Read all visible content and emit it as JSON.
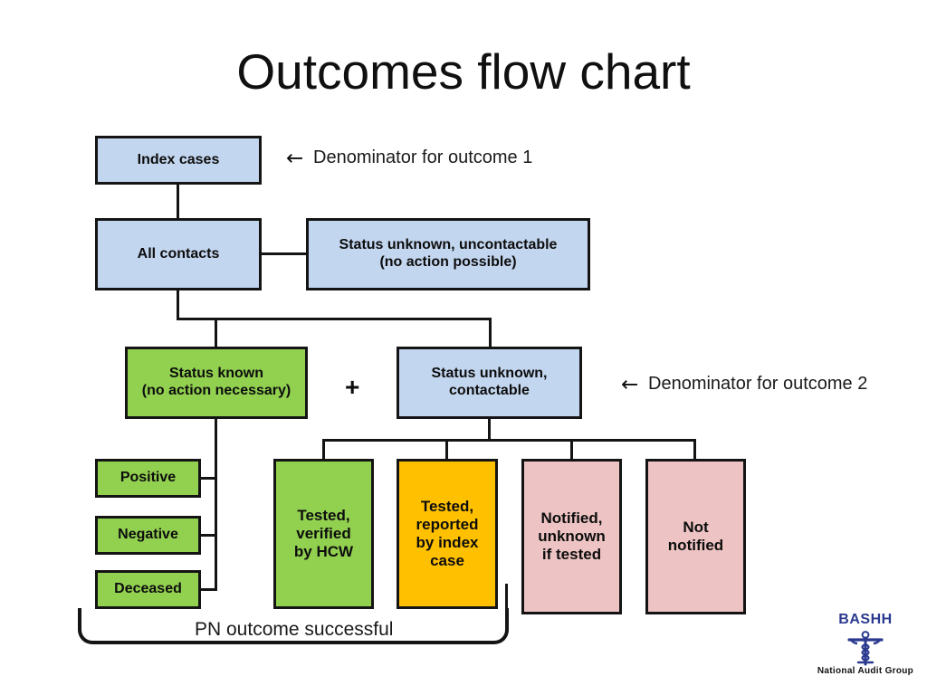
{
  "slide": {
    "title": "Outcomes flow chart",
    "background": "#ffffff"
  },
  "colors": {
    "blue": "#c3d6ef",
    "green": "#92d050",
    "orange": "#ffc000",
    "pink": "#edc3c3",
    "outline": "#141414",
    "logo_blue": "#2b3a8f"
  },
  "nodes": {
    "index_cases": "Index cases",
    "all_contacts": "All contacts",
    "status_unknown_uncontactable_line1": "Status unknown, uncontactable",
    "status_unknown_uncontactable_line2": "(no action possible)",
    "status_known_line1": "Status known",
    "status_known_line2": "(no action necessary)",
    "status_unknown_contactable_line1": "Status unknown,",
    "status_unknown_contactable_line2": "contactable",
    "positive": "Positive",
    "negative": "Negative",
    "deceased": "Deceased",
    "tested_verified_hcw_line1": "Tested,",
    "tested_verified_hcw_line2": "verified",
    "tested_verified_hcw_line3": "by HCW",
    "tested_reported_index_line1": "Tested,",
    "tested_reported_index_line2": "reported",
    "tested_reported_index_line3": "by index",
    "tested_reported_index_line4": "case",
    "notified_unknown_line1": "Notified,",
    "notified_unknown_line2": "unknown",
    "notified_unknown_line3": "if tested",
    "not_notified_line1": "Not",
    "not_notified_line2": "notified"
  },
  "annotations": {
    "arrow_glyph": "←",
    "denominator_1": "Denominator for outcome 1",
    "denominator_2": "Denominator for outcome 2",
    "plus_symbol": "+",
    "pn_outcome": "PN outcome successful"
  },
  "logo": {
    "name": "BASHH",
    "subtitle": "National Audit Group",
    "icon": "caduceus-icon"
  }
}
